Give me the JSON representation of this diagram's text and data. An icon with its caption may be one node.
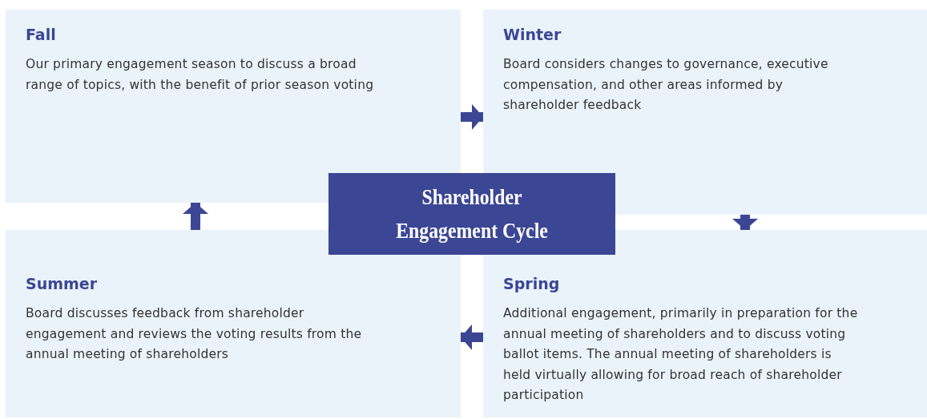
{
  "diagram": {
    "nodes": [
      {
        "text": [
          "Fall",
          "Our primary engagement season to discuss a broad range of topics, with the benefit of prior season voting"
        ]
      },
      {
        "text": [
          "Winter",
          "Board considers changes to governance, executive compensation, and other areas informed by shareholder feedback"
        ]
      },
      {
        "text": [
          "Summer",
          "Board discusses feedback from shareholder engagement and reviews the voting results from the annual meeting of shareholders"
        ]
      },
      {
        "text": [
          "Spring",
          "Additional engagement, primarily in preparation for the annual meeting of shareholders and to discuss voting ballot items. The annual meeting of shareholders is held virtually allowing for broad reach of shareholder participation"
        ]
      },
      {
        "text": [
          "Shareholder Engagement Cycle"
        ]
      }
    ],
    "edges": [
      {
        "from": 0,
        "to": 1,
        "arrow": "to"
      },
      {
        "from": 1,
        "to": 3,
        "arrow": "to"
      },
      {
        "from": 3,
        "to": 2,
        "arrow": "to"
      },
      {
        "from": 2,
        "to": 0,
        "arrow": "to"
      }
    ]
  }
}
